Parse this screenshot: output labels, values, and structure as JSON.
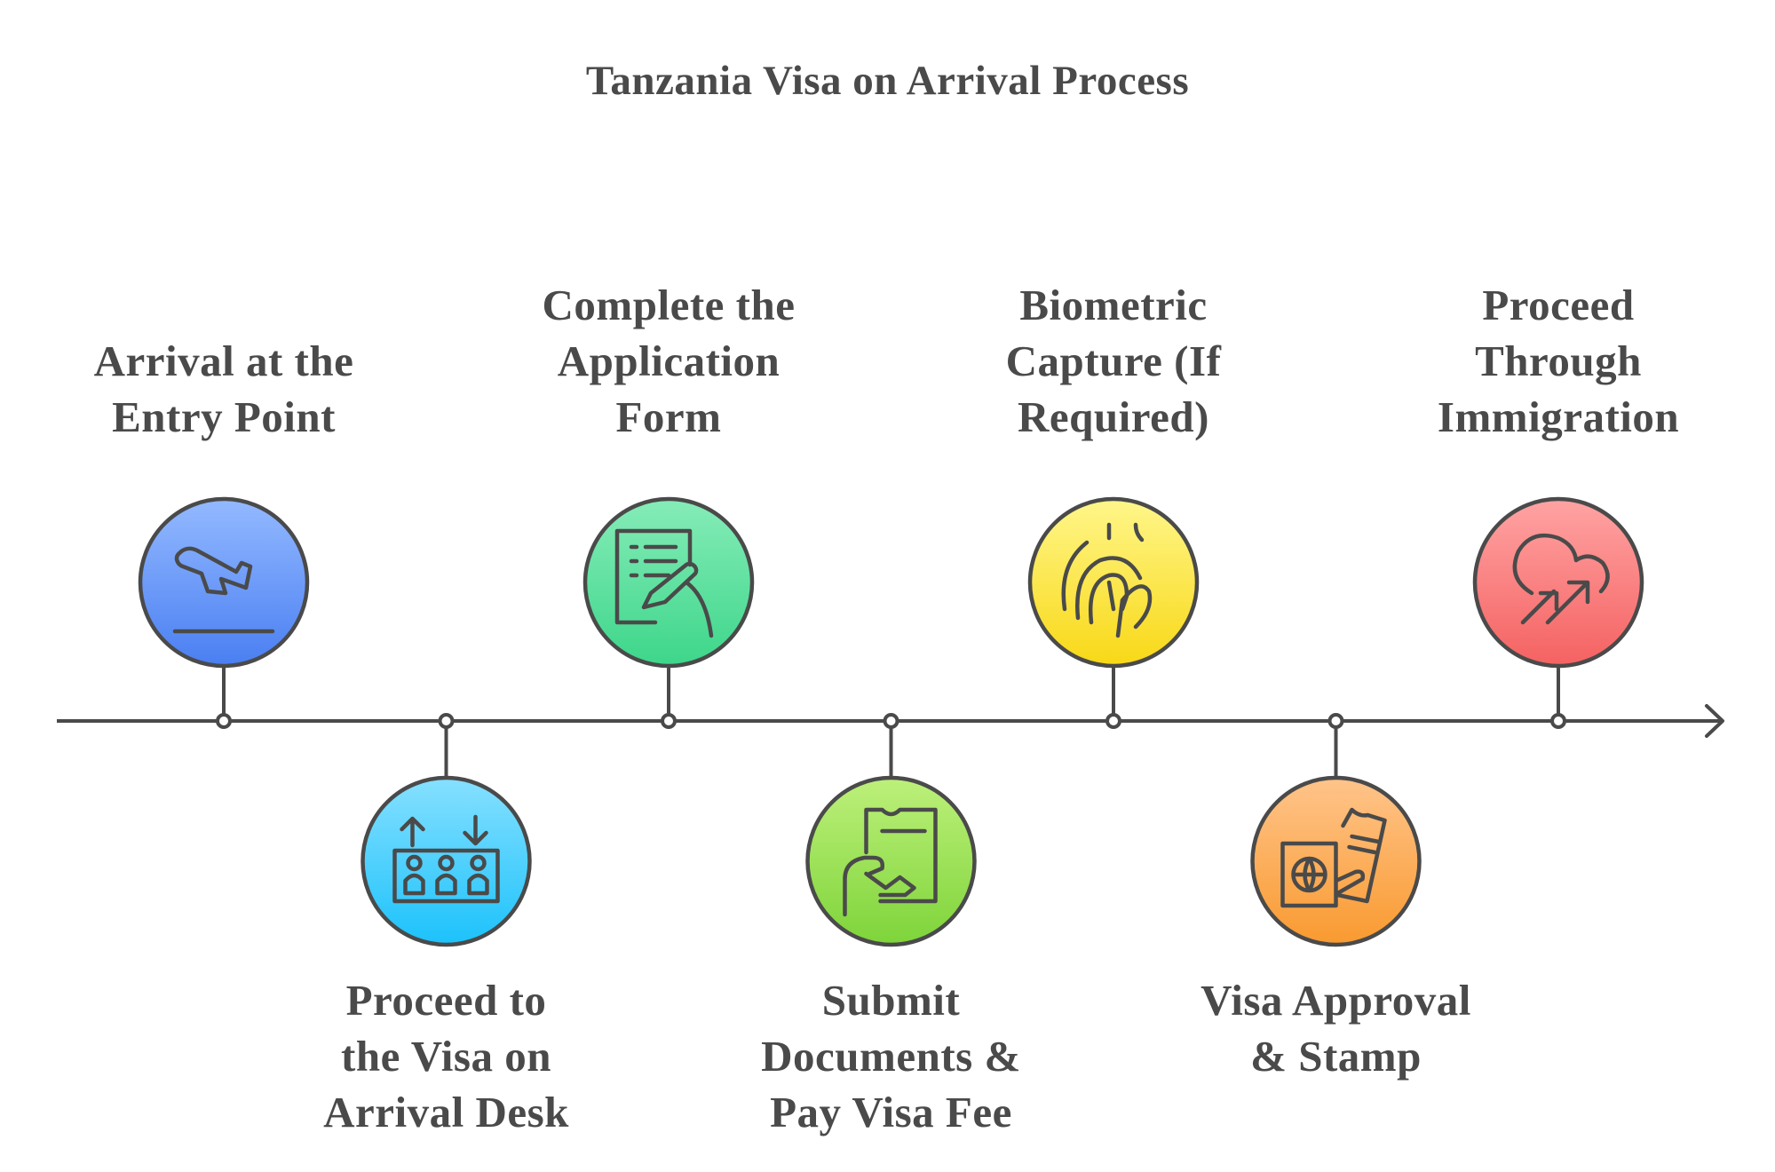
{
  "title": "Tanzania Visa on Arrival Process",
  "stroke_color": "#4a4a4a",
  "steps": [
    {
      "lines": [
        "Arrival at the",
        "Entry Point"
      ],
      "position": "above",
      "icon": "airplane-takeoff-icon",
      "colors": [
        "#93b9ff",
        "#4a7ff2"
      ]
    },
    {
      "lines": [
        "Proceed to",
        "the Visa on",
        "Arrival Desk"
      ],
      "position": "below",
      "icon": "queue-people-icon",
      "colors": [
        "#86e0ff",
        "#1cc2fb"
      ]
    },
    {
      "lines": [
        "Complete the",
        "Application",
        "Form"
      ],
      "position": "above",
      "icon": "form-writing-icon",
      "colors": [
        "#86ecb8",
        "#3dd68a"
      ]
    },
    {
      "lines": [
        "Submit",
        "Documents &",
        "Pay Visa Fee"
      ],
      "position": "below",
      "icon": "document-payment-icon",
      "colors": [
        "#bdf07a",
        "#7ed43a"
      ]
    },
    {
      "lines": [
        "Biometric",
        "Capture (If",
        "Required)"
      ],
      "position": "above",
      "icon": "fingerprint-icon",
      "colors": [
        "#fff68a",
        "#f8d816"
      ]
    },
    {
      "lines": [
        "Visa Approval",
        "& Stamp"
      ],
      "position": "below",
      "icon": "passport-stamp-icon",
      "colors": [
        "#ffc48a",
        "#f99a30"
      ]
    },
    {
      "lines": [
        "Proceed",
        "Through",
        "Immigration"
      ],
      "position": "above",
      "icon": "cloud-arrows-icon",
      "colors": [
        "#ffa3a3",
        "#f56262"
      ]
    }
  ]
}
